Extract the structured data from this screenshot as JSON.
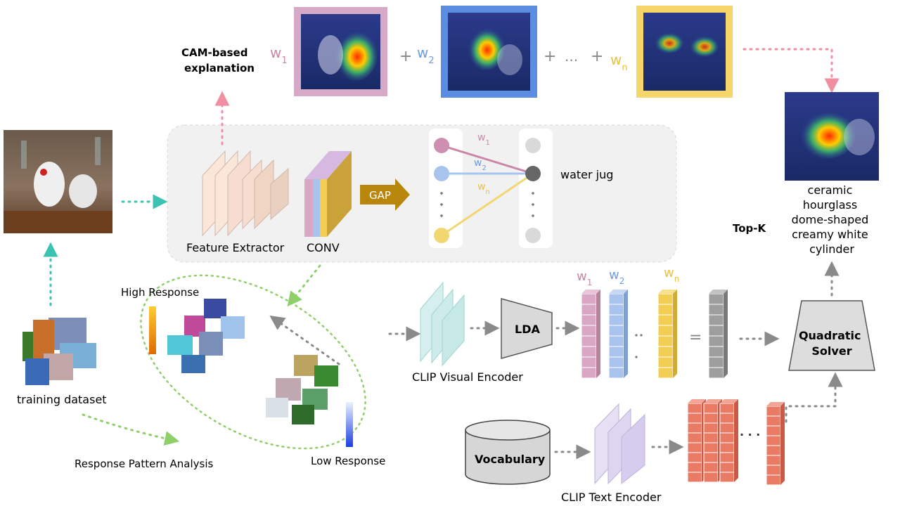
{
  "labels": {
    "cam_title_line1": "CAM-based",
    "cam_title_line2": "explanation",
    "feature_extractor": "Feature Extractor",
    "conv": "CONV",
    "gap": "GAP",
    "water_jug": "water jug",
    "training_dataset": "training dataset",
    "high_response": "High Response",
    "low_response": "Low Response",
    "response_pattern_analysis": "Response Pattern Analysis",
    "clip_visual_encoder": "CLIP Visual Encoder",
    "lda": "LDA",
    "vocabulary": "Vocabulary",
    "clip_text_encoder": "CLIP Text Encoder",
    "quadratic_solver_line1": "Quadratic",
    "quadratic_solver_line2": "Solver",
    "top_k": "Top-K",
    "plus": "+",
    "ellipsis": "...",
    "ellipsis_bottom": "· · ·",
    "equals": "="
  },
  "weights": [
    {
      "base": "w",
      "sub": "1",
      "color": "#c987a8"
    },
    {
      "base": "w",
      "sub": "2",
      "color": "#6f9be0"
    },
    {
      "base": "w",
      "sub": "n",
      "color": "#e9c341"
    }
  ],
  "descriptors": [
    "ceramic",
    "hourglass",
    "dome-shaped",
    "creamy white",
    "cylinder"
  ],
  "colors": {
    "pink": "#c987a8",
    "blue": "#6f9be0",
    "yellow": "#f2cf52",
    "teal_arrow": "#3cc2b2",
    "green_dots": "#8fcf6a",
    "pink_arrow": "#f08ea2",
    "gray_arrow": "#8a8a8a",
    "gap_arrow": "#b8860b",
    "panel_bg": "#f1f1f1"
  },
  "icons": {
    "training_image": "kitchen-jugs-photo",
    "cam_maps": "heatmap-overlay",
    "database": "cylinder-database"
  }
}
